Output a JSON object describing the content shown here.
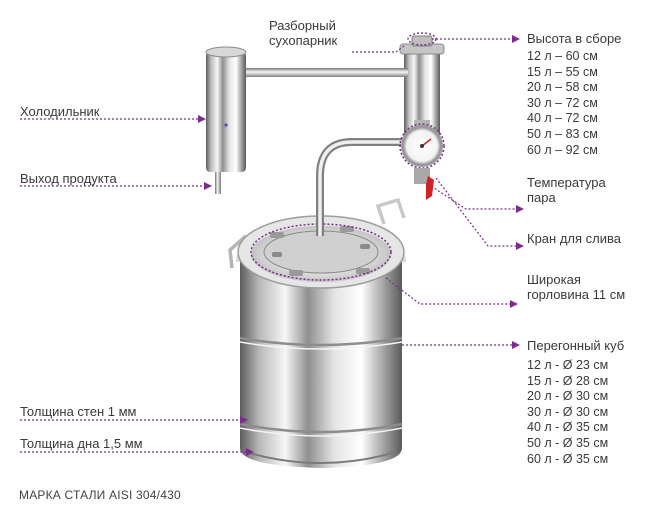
{
  "labels": {
    "razbor": [
      "Разборный",
      "сухопарник"
    ],
    "holod": "Холодильник",
    "vyhod": "Выход продукта",
    "vysota_title": "Высота в сборе",
    "temp": [
      "Температура",
      "пара"
    ],
    "kran": "Кран для слива",
    "shirokaya": [
      "Широкая",
      "горловина 11 см"
    ],
    "kub_title": "Перегонный куб",
    "tolsh_sten": "Толщина стен 1 мм",
    "tolsh_dna": "Толщина дна 1,5 мм",
    "footer": "МАРКА СТАЛИ AISI 304/430"
  },
  "heights": [
    "12 л – 60 см",
    "15 л – 55 см",
    "20 л – 58 см",
    "30 л – 72 см",
    "40 л – 72 см",
    "50 л – 83 см",
    "60 л – 92 см"
  ],
  "diameters": [
    "12 л - Ø 23 см",
    "15 л - Ø 28 см",
    "20 л - Ø 30 см",
    "30 л - Ø 30 см",
    "40 л - Ø 35 см",
    "50 л - Ø 35 см",
    "60 л - Ø 35 см"
  ],
  "colors": {
    "accent": "#7b2d8e",
    "steel_light": "#f2f2f2",
    "steel_dark": "#6e6e6e",
    "valve": "#d32020"
  }
}
